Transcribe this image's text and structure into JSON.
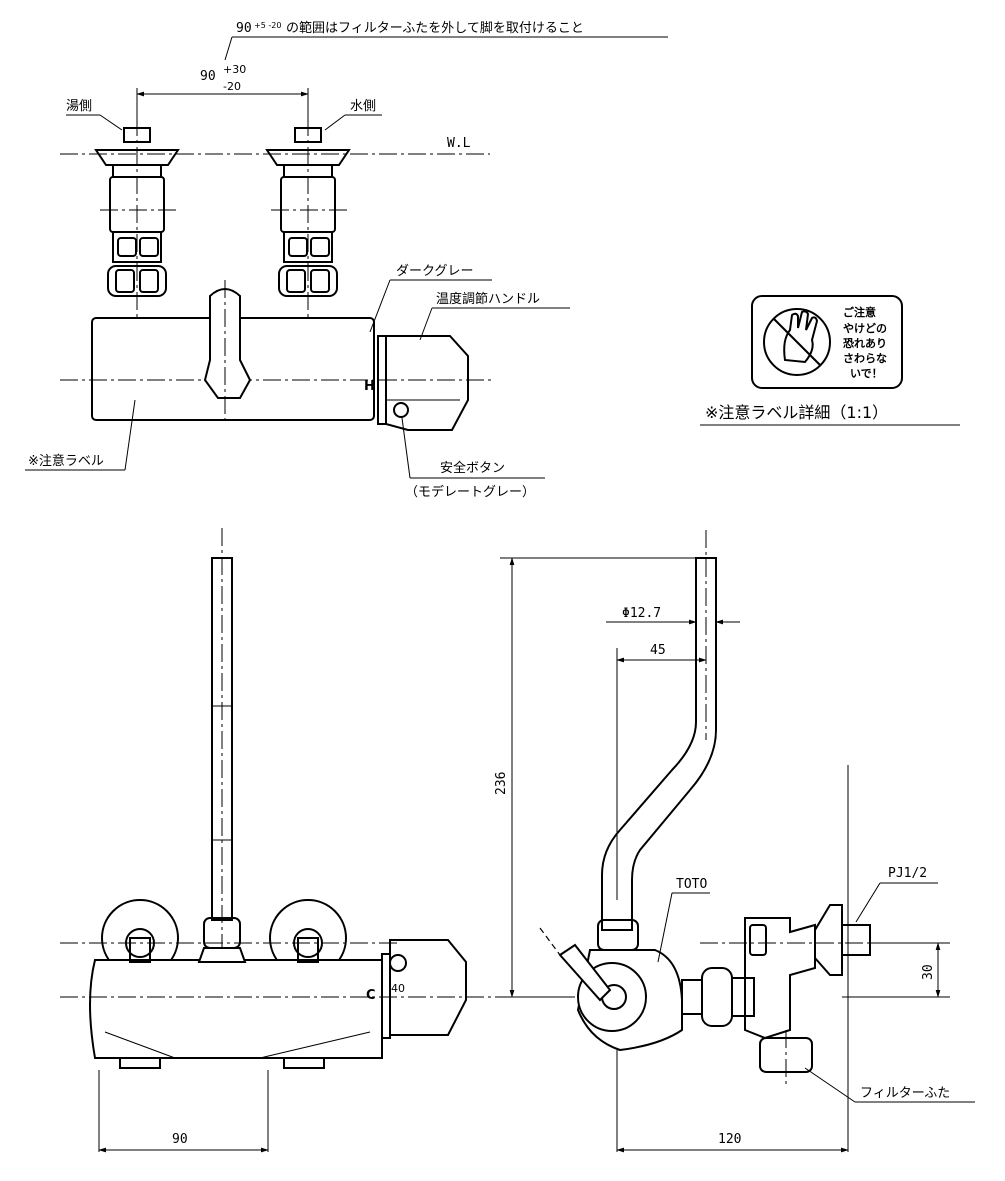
{
  "labels": {
    "top_note": "90",
    "top_note_tol": "+5 -20",
    "top_note_text": "の範囲はフィルターふたを外して脚を取付けること",
    "spacing_value": "90",
    "spacing_tol_plus": "+30",
    "spacing_tol_minus": "-20",
    "hot_side": "湯側",
    "cold_side": "水側",
    "water_level": "W.L",
    "dark_gray": "ダークグレー",
    "temp_handle": "温度調節ハンドル",
    "caution_label": "※注意ラベル",
    "safety_button": "安全ボタン",
    "safety_button_color": "（モデレートグレー）",
    "label_detail": "※注意ラベル詳細（1:1）",
    "caution_title": "ご注意",
    "caution_lines": [
      "やけどの",
      "恐れあり",
      "さわらな",
      "いで！"
    ],
    "h_mark": "H",
    "c_mark": "C",
    "temp_40": "40",
    "dia_127": "Φ12.7",
    "dim_45": "45",
    "dim_236": "236",
    "brand": "TOTO",
    "pj_thread": "PJ1/2",
    "dim_30": "30",
    "filter_cap": "フィルターふた",
    "dim_90_bottom": "90",
    "dim_120": "120"
  }
}
